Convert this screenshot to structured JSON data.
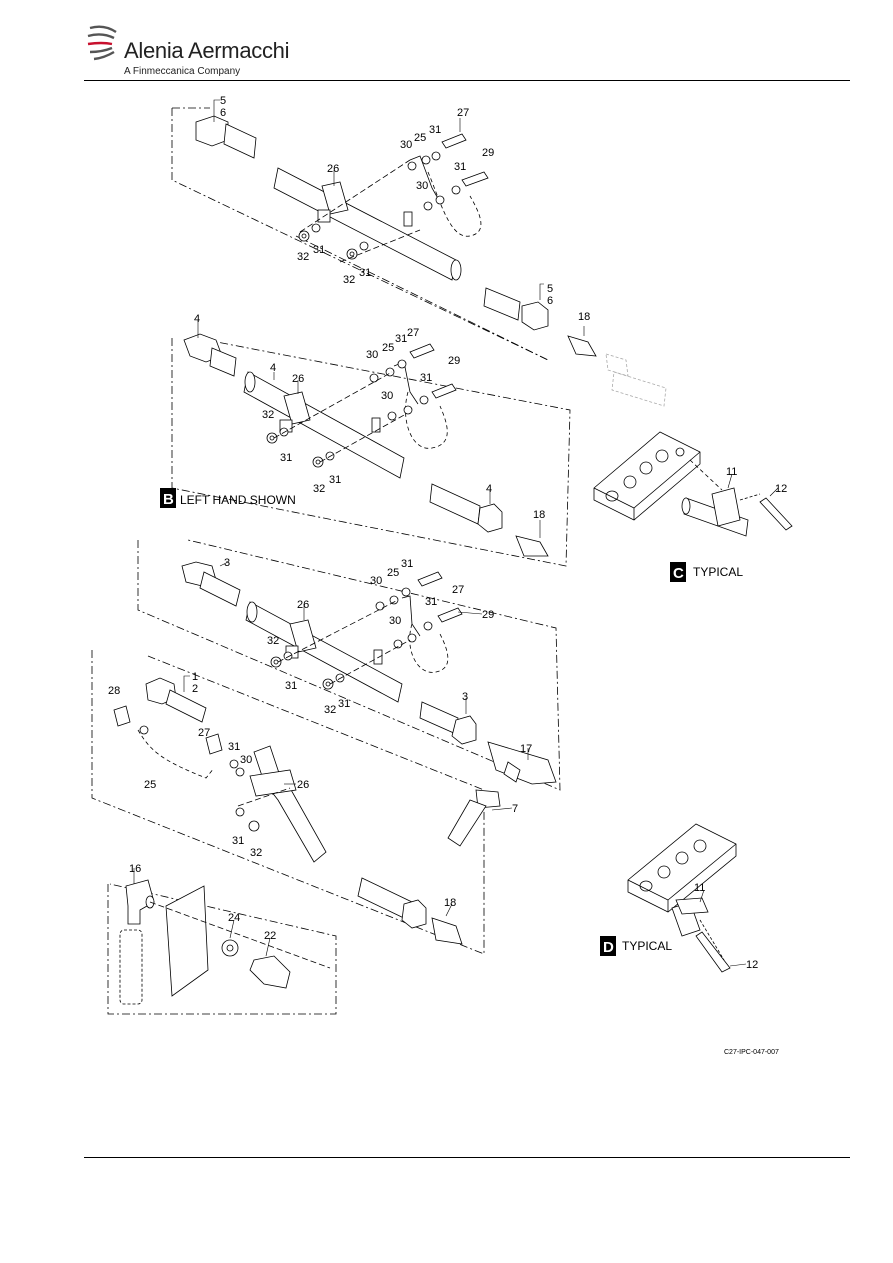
{
  "header": {
    "company_name": "Alenia Aermacchi",
    "tagline": "A Finmeccanica Company"
  },
  "views": {
    "B": {
      "letter": "B",
      "caption": "LEFT HAND SHOWN"
    },
    "C": {
      "letter": "C",
      "caption": "TYPICAL"
    },
    "D": {
      "letter": "D",
      "caption": "TYPICAL"
    }
  },
  "drawing_ref": "C27-IPC-047-007",
  "colors": {
    "line": "#000000",
    "ghost": "#b0b0b0",
    "brand_accent": "#c8102e"
  },
  "callouts": {
    "top": [
      "5",
      "6",
      "27",
      "30",
      "25",
      "31",
      "29",
      "26",
      "31",
      "30",
      "32",
      "31",
      "32",
      "31",
      "5",
      "6",
      "18"
    ],
    "view_b": [
      "4",
      "30",
      "25",
      "31",
      "27",
      "4",
      "26",
      "29",
      "31",
      "30",
      "32",
      "31",
      "32",
      "31",
      "4",
      "18"
    ],
    "view_c": [
      "11",
      "12"
    ],
    "middle": [
      "3",
      "30",
      "25",
      "31",
      "26",
      "27",
      "31",
      "29",
      "30",
      "32",
      "31",
      "32",
      "31",
      "3",
      "17",
      "7"
    ],
    "lower": [
      "1",
      "2",
      "28",
      "27",
      "31",
      "30",
      "26",
      "25",
      "31",
      "32",
      "16",
      "24",
      "22",
      "18"
    ],
    "view_d": [
      "11",
      "12"
    ]
  }
}
